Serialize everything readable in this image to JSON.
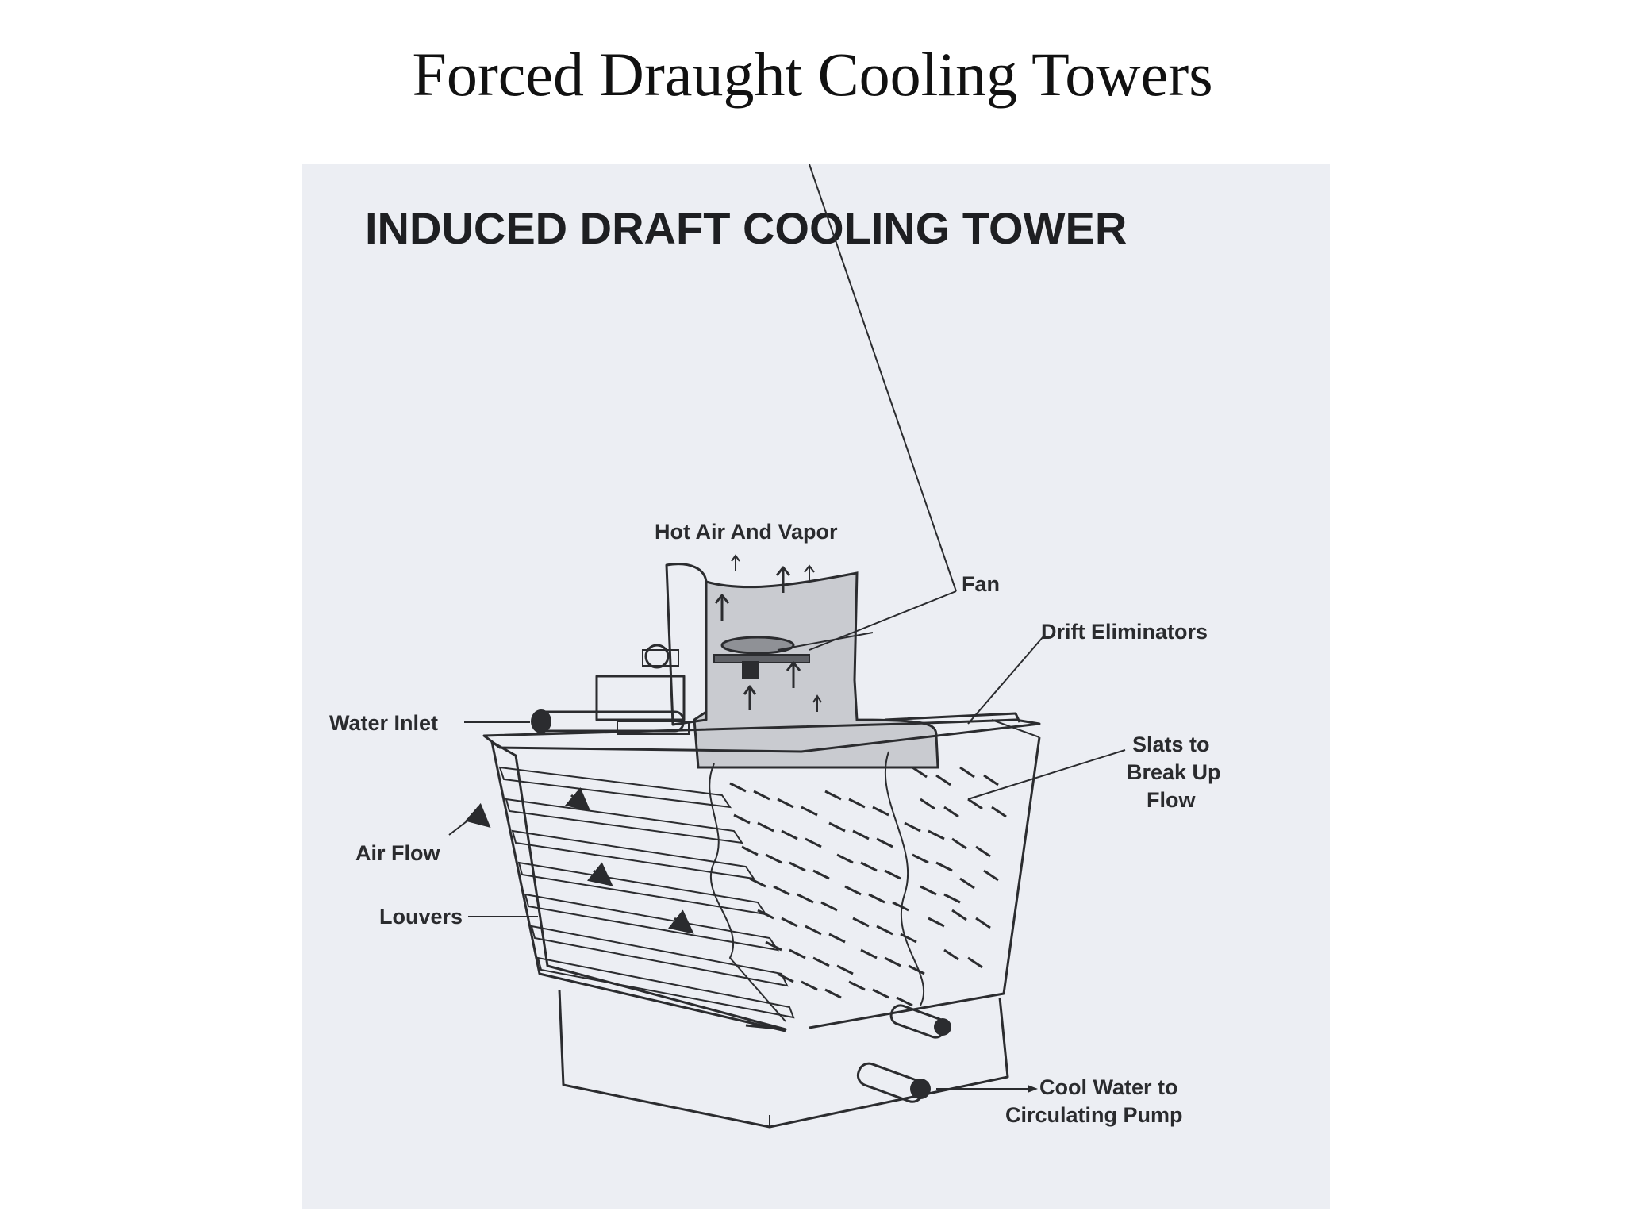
{
  "slide": {
    "title": "Forced Draught Cooling Towers"
  },
  "figure": {
    "heading": "INDUCED DRAFT COOLING TOWER",
    "labels": {
      "hot_air": "Hot Air And Vapor",
      "fan": "Fan",
      "drift_eliminators": "Drift Eliminators",
      "water_inlet": "Water Inlet",
      "slats_line1": "Slats to",
      "slats_line2": "Break Up",
      "slats_line3": "Flow",
      "air_flow": "Air Flow",
      "louvers": "Louvers",
      "cool_water_line1": "Cool Water to",
      "cool_water_line2": "Circulating Pump"
    },
    "colors": {
      "paper": "#eceef3",
      "ink": "#2b2c2f",
      "shaft_fill": "#c9cbd0"
    }
  }
}
